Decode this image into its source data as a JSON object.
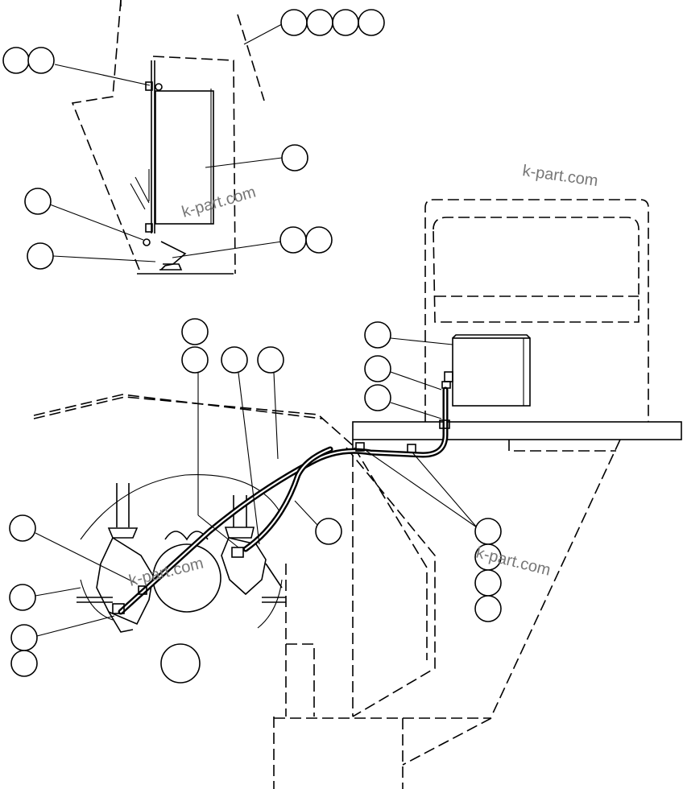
{
  "watermarks": [
    "k-part.com",
    "k-part.com",
    "k-part.com"
  ],
  "callout_groups": [
    {
      "id": "top-right-group",
      "count": 4
    },
    {
      "id": "top-left-group",
      "count": 2
    },
    {
      "id": "box-callout",
      "count": 1
    },
    {
      "id": "bracket-callout",
      "count": 1
    },
    {
      "id": "base-callout",
      "count": 1
    },
    {
      "id": "foot-group",
      "count": 2
    },
    {
      "id": "hose-upper-group",
      "count": 1
    },
    {
      "id": "hose-lower-group",
      "count": 1
    },
    {
      "id": "fitting-a",
      "count": 1
    },
    {
      "id": "fitting-b",
      "count": 1
    },
    {
      "id": "fitting-c",
      "count": 1
    },
    {
      "id": "box-right-a",
      "count": 1
    },
    {
      "id": "box-right-b",
      "count": 1
    },
    {
      "id": "box-right-c",
      "count": 1
    },
    {
      "id": "hose-mid",
      "count": 1
    },
    {
      "id": "left-a",
      "count": 1
    },
    {
      "id": "left-b",
      "count": 1
    },
    {
      "id": "left-c",
      "count": 2
    },
    {
      "id": "clamp-group",
      "count": 4
    },
    {
      "id": "center-large",
      "count": 1
    }
  ]
}
